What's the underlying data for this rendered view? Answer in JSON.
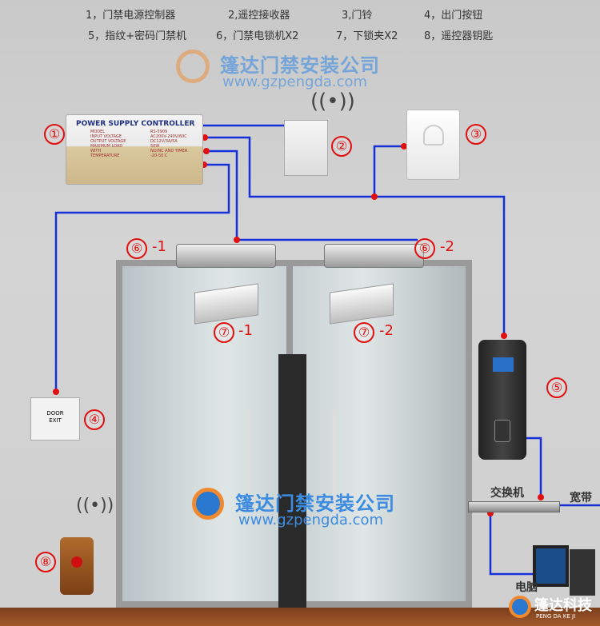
{
  "legend": [
    "1，门禁电源控制器",
    "2,遥控接收器",
    "3,门铃",
    "4，出门按钮",
    "5，指纹+密码门禁机",
    "6，门禁电锁机X2",
    "7，下锁夹X2",
    "8，遥控器钥匙"
  ],
  "watermark": {
    "name": "篷达门禁安装公司",
    "url": "www.gzpengda.com"
  },
  "controller": {
    "title": "POWER SUPPLY CONTROLLER",
    "spec_labels": "MODEL\nINPUT VOLTAGE\nOUTPUT VOLTAGE\nMAXIMUM LOAD\nWITH\nTEMPERATURE",
    "spec_values": "RS-5909\nAC200V-240V/60C\nDC12V/3A/5A\n50W\nNO/NC AND TIMER\n-20-50 C"
  },
  "callouts": {
    "n1": "①",
    "n2": "②",
    "n3": "③",
    "n4": "④",
    "n5": "⑤",
    "n6": "⑥",
    "n7": "⑦",
    "n8": "⑧",
    "s1": "-1",
    "s2": "-2"
  },
  "exit_button": {
    "line1": "DOOR",
    "line2": "EXIT"
  },
  "network": {
    "switch": "交换机",
    "broadband": "宽带",
    "computer": "电脑"
  },
  "brand": {
    "name": "篷达科技",
    "pinyin": "PENG DA KE JI"
  },
  "colors": {
    "wire": "#1530d8",
    "dot": "#e01010"
  }
}
